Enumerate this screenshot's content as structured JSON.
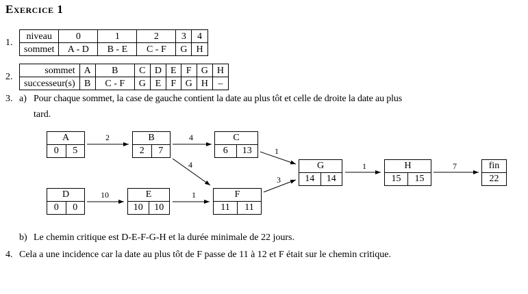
{
  "title": "Exercice 1",
  "q1": {
    "num": "1.",
    "row1": [
      "niveau",
      "0",
      "1",
      "2",
      "3",
      "4"
    ],
    "row2": [
      "sommet",
      "A - D",
      "B - E",
      "C - F",
      "G",
      "H"
    ]
  },
  "q2": {
    "num": "2.",
    "row1": [
      "sommet",
      "A",
      "B",
      "C",
      "D",
      "E",
      "F",
      "G",
      "H"
    ],
    "row2": [
      "successeur(s)",
      "B",
      "C - F",
      "G",
      "E",
      "F",
      "G",
      "H",
      "–"
    ]
  },
  "q3": {
    "num": "3.",
    "a": "a)",
    "a_text": "Pour chaque sommet, la case de gauche contient la date au plus tôt et celle de droite la date au plus",
    "a_text2": "tard.",
    "b": "b)",
    "b_text": "Le chemin critique est D-E-F-G-H et la durée minimale de 22 jours."
  },
  "q4": {
    "num": "4.",
    "text": "Cela a une incidence car la date au plus tôt de F passe de 11 à 12 et F était sur le chemin critique."
  },
  "nodes": {
    "A": {
      "name": "A",
      "early": "0",
      "late": "5"
    },
    "B": {
      "name": "B",
      "early": "2",
      "late": "7"
    },
    "C": {
      "name": "C",
      "early": "6",
      "late": "13"
    },
    "D": {
      "name": "D",
      "early": "0",
      "late": "0"
    },
    "E": {
      "name": "E",
      "early": "10",
      "late": "10"
    },
    "F": {
      "name": "F",
      "early": "11",
      "late": "11"
    },
    "G": {
      "name": "G",
      "early": "14",
      "late": "14"
    },
    "H": {
      "name": "H",
      "early": "15",
      "late": "15"
    },
    "fin": {
      "name": "fin",
      "value": "22"
    }
  },
  "edges": {
    "AB": "2",
    "BC": "4",
    "BF": "4",
    "CG": "1",
    "FG": "3",
    "GH": "1",
    "Hfin": "7",
    "DE": "10",
    "EF": "1"
  }
}
